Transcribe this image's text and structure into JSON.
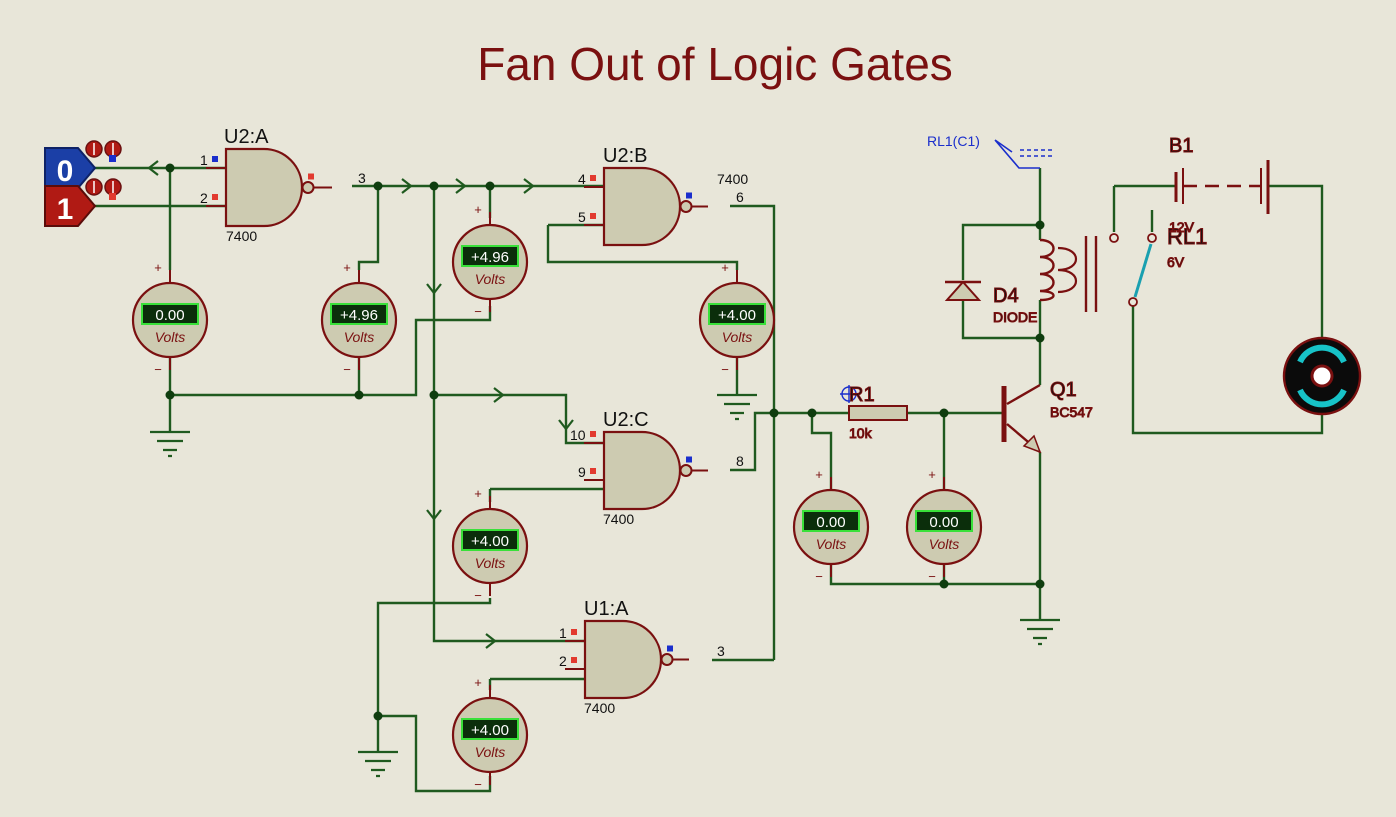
{
  "title": "Fan Out of Logic Gates",
  "colors": {
    "background": "#e8e6d9",
    "wire": "#1f5a1f",
    "outline": "#7a1010",
    "body_fill": "#cdcbb1",
    "meter_fill": "#cdcbb1",
    "lcd_bg": "#0b2e0b",
    "lcd_text": "#ffffff",
    "lcd_border": "#39e039",
    "title": "#7a1010",
    "logic0": "#1b3fa6",
    "logic1": "#b01a14",
    "probe": "#1a2ecc",
    "relay_arm": "#1aa0b0",
    "motor_ring": "#17c3c8"
  },
  "logic_sources": [
    {
      "value": "0",
      "state_color": "blue"
    },
    {
      "value": "1",
      "state_color": "red"
    }
  ],
  "gates": [
    {
      "ref": "U2:A",
      "part": "7400",
      "pin_in1": "1",
      "pin_in2": "2",
      "pin_out": "3"
    },
    {
      "ref": "U2:B",
      "part": "7400",
      "pin_in1": "4",
      "pin_in2": "5",
      "pin_out": "6"
    },
    {
      "ref": "U2:C",
      "part": "7400",
      "pin_in1": "10",
      "pin_in2": "9",
      "pin_out": "8"
    },
    {
      "ref": "U1:A",
      "part": "7400",
      "pin_in1": "1",
      "pin_in2": "2",
      "pin_out": "3"
    }
  ],
  "voltmeters": [
    {
      "reading": "0.00",
      "unit": "Volts"
    },
    {
      "reading": "+4.96",
      "unit": "Volts"
    },
    {
      "reading": "+4.96",
      "unit": "Volts"
    },
    {
      "reading": "+4.00",
      "unit": "Volts"
    },
    {
      "reading": "+4.00",
      "unit": "Volts"
    },
    {
      "reading": "+4.00",
      "unit": "Volts"
    },
    {
      "reading": "0.00",
      "unit": "Volts"
    },
    {
      "reading": "0.00",
      "unit": "Volts"
    }
  ],
  "meter_polarity": {
    "plus": "+",
    "minus": "−"
  },
  "resistor": {
    "ref": "R1",
    "value": "10k"
  },
  "diode": {
    "ref": "D4",
    "part": "DIODE"
  },
  "transistor": {
    "ref": "Q1",
    "part": "BC547"
  },
  "relay": {
    "ref": "RL1",
    "value": "6V",
    "probe_label": "RL1(C1)"
  },
  "battery": {
    "ref": "B1",
    "value": "12V"
  }
}
